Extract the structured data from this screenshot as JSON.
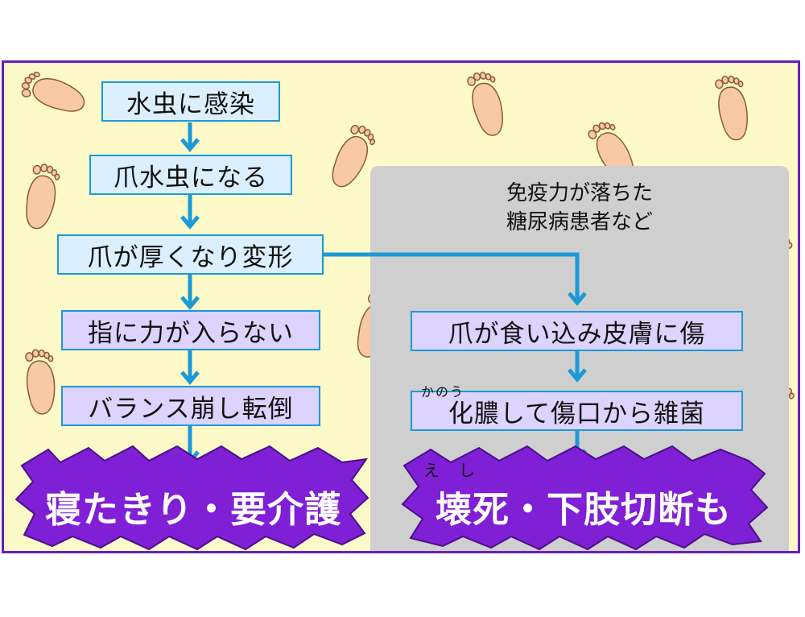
{
  "left_flow": [
    {
      "label": "水虫に感染"
    },
    {
      "label": "爪水虫になる"
    },
    {
      "label": "爪が厚くなり変形"
    },
    {
      "label": "指に力が入らない"
    },
    {
      "label": "バランス崩し転倒"
    }
  ],
  "left_outcome": "寝たきり・要介護",
  "right_group": {
    "note_line1": "免疫力が落ちた",
    "note_line2": "糖尿病患者など",
    "steps": [
      {
        "label": "爪が食い込み皮膚に傷"
      },
      {
        "label": "化膿して傷口から雑菌",
        "ruby": "かのう"
      }
    ],
    "outcome": "壊死・下肢切断も",
    "outcome_ruby_1": "え",
    "outcome_ruby_2": "し"
  },
  "colors": {
    "background": "#fdf9c8",
    "frame_border": "#6a1fb5",
    "box_border": "#1a9ad8",
    "arrow": "#1a9ad8",
    "burst": "#7f1fd6",
    "group_panel": "#cfcfcf"
  },
  "icons": [
    "foot-icon"
  ]
}
